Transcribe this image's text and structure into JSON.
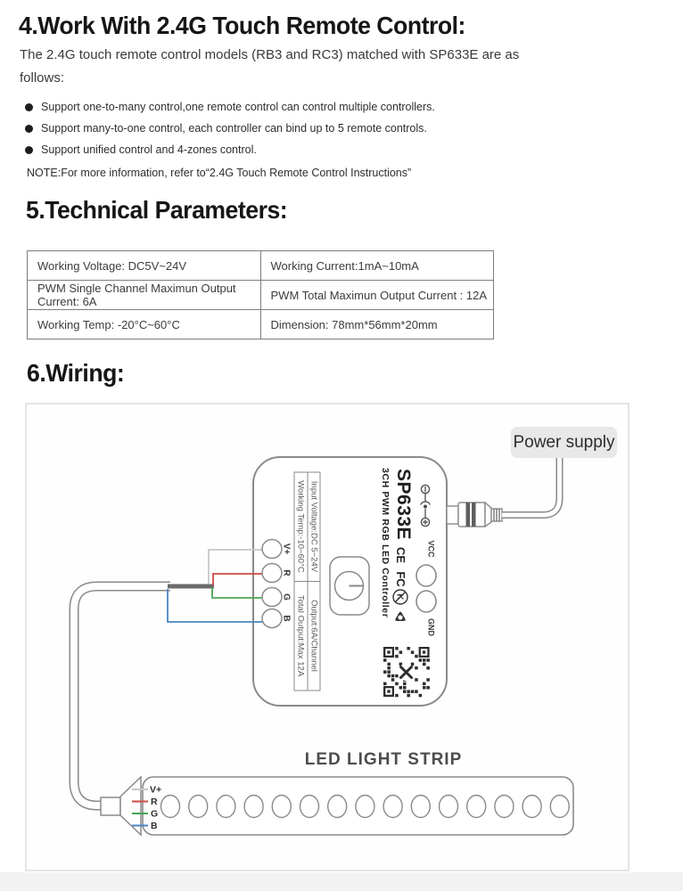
{
  "section4": {
    "heading": "4.Work With 2.4G Touch Remote Control:",
    "intro": "The 2.4G touch remote control models (RB3 and RC3) matched with SP633E are as follows:",
    "bullets": [
      "Support one-to-many control,one remote control can control multiple controllers.",
      "Support many-to-one control, each controller can bind up to 5 remote controls.",
      "Support unified control and 4-zones control."
    ],
    "note": "NOTE:For more information, refer to“2.4G Touch Remote Control Instructions”"
  },
  "section5": {
    "heading": "5.Technical Parameters:",
    "table": {
      "rows": [
        [
          "Working Voltage: DC5V~24V",
          "Working Current:1mA~10mA"
        ],
        [
          "PWM Single Channel Maximun Output Current: 6A",
          "PWM Total Maximun Output Current : 12A"
        ],
        [
          "Working Temp: -20°C~60°C",
          "Dimension: 78mm*56mm*20mm"
        ]
      ]
    }
  },
  "section6": {
    "heading": "6.Wiring:",
    "diagram": {
      "power_supply_label": "Power supply",
      "controller": {
        "model": "SP633E",
        "subtitle": "3CH PWM RGB LED Controller",
        "cert_ce": "CE",
        "cert_fcc": "FC",
        "cert_k": "K",
        "specs": {
          "input_voltage": "Input Voltage:DC 5~24V",
          "output": "Output:6A/Channel",
          "working_temp": "Working Temp:-10~60°C",
          "total_output": "Total Output:Max 12A"
        },
        "terminals_left": [
          "V+",
          "R",
          "G",
          "B"
        ],
        "terminal_vcc": "VCC",
        "terminal_gnd": "GND"
      },
      "strip": {
        "title": "LED LIGHT STRIP",
        "pins": [
          "V+",
          "R",
          "G",
          "B"
        ],
        "led_count": 15
      },
      "colors": {
        "wire_vplus": "#c8c8c8",
        "wire_red": "#cf4a41",
        "wire_green": "#4aa554",
        "wire_blue": "#4a86c4",
        "outline_gray": "#8a8a8a"
      }
    }
  }
}
